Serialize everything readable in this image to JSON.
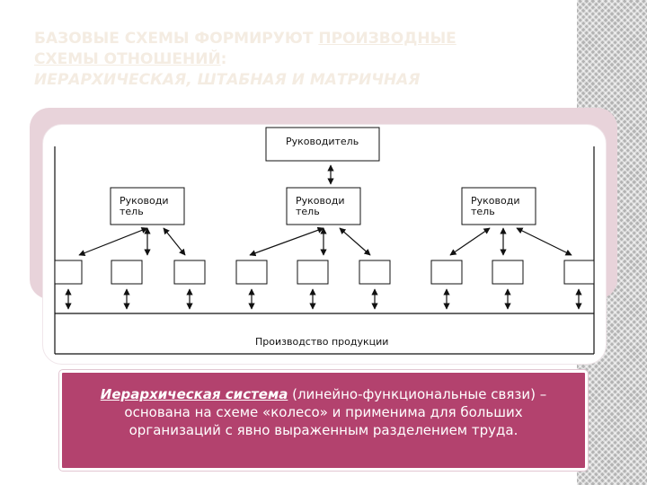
{
  "slide": {
    "title_line1": "Базовые схемы формируют ",
    "title_line1_link": "производные",
    "title_line2_link": "схемы отношений",
    "title_line2_tail": ":",
    "title_line3": "иерархическая, штабная и матричная"
  },
  "diagram": {
    "top_label": "Руководитель",
    "mid_labels": [
      {
        "line1": "Руководи",
        "line2": "тель"
      },
      {
        "line1": "Руководи",
        "line2": "тель"
      },
      {
        "line1": "Руководи",
        "line2": "тель"
      }
    ],
    "production_label": "Производство продукции"
  },
  "caption": {
    "lead": "Иерархическая система",
    "text": " (линейно-функциональные связи) – основана на схеме «колесо» и применима для больших организаций с явно выраженным разделением труда."
  },
  "colors": {
    "caption_bg": "#b3426e",
    "pink_panel": "#e8d3da",
    "title_text": "#f4ece2"
  }
}
